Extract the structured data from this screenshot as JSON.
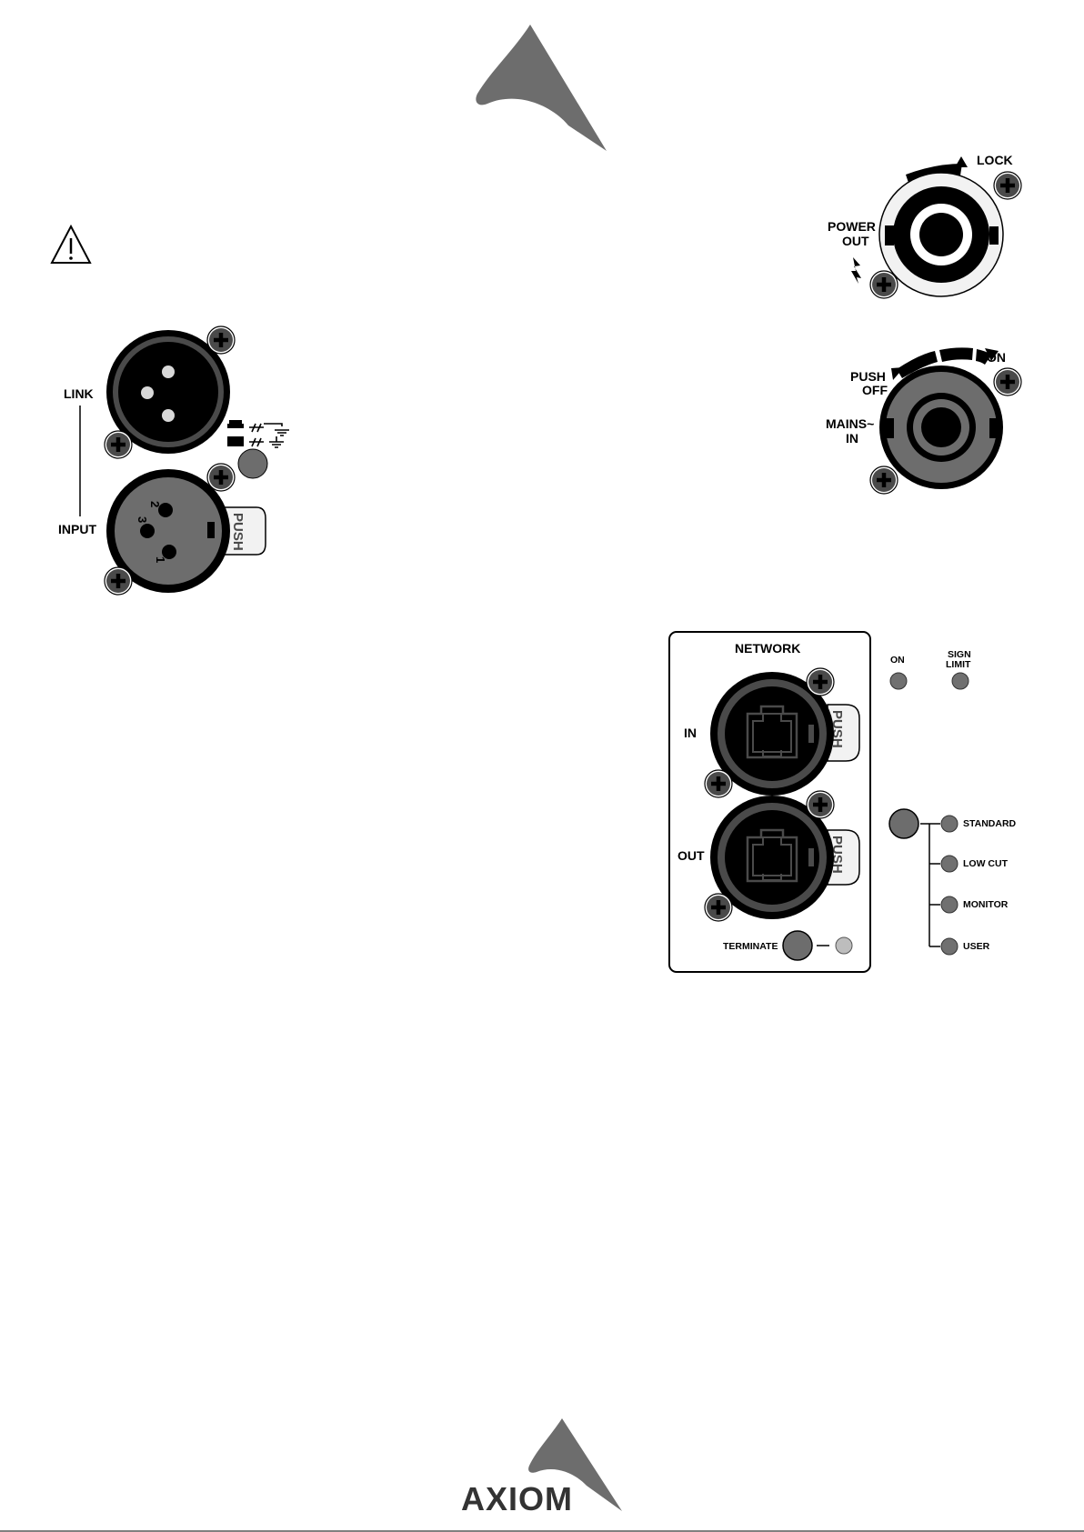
{
  "brand": {
    "wordmark": "AXIOM"
  },
  "colors": {
    "logo": "#6d6d6d",
    "connector": "#4a4a4a",
    "led": "#707070",
    "led_light": "#bdbdbd",
    "shell": "#f2f2f2"
  },
  "input_section": {
    "link_label": "LINK",
    "input_label": "INPUT",
    "push_label": "PUSH",
    "pin_labels": [
      "2",
      "3",
      "1"
    ]
  },
  "power_section": {
    "lock_label": "LOCK",
    "power_out_label_1": "POWER",
    "power_out_label_2": "OUT",
    "on_label": "ON",
    "push_off_label_1": "PUSH",
    "push_off_label_2": "OFF",
    "mains_in_label_1": "MAINS~",
    "mains_in_label_2": "IN"
  },
  "network_section": {
    "title": "NETWORK",
    "in_label": "IN",
    "out_label": "OUT",
    "push_label": "PUSH",
    "terminate_label": "TERMINATE"
  },
  "indicators": {
    "on_label": "ON",
    "sign_label_1": "SIGN",
    "sign_label_2": "LIMIT"
  },
  "presets": [
    "STANDARD",
    "LOW CUT",
    "MONITOR",
    "USER"
  ]
}
